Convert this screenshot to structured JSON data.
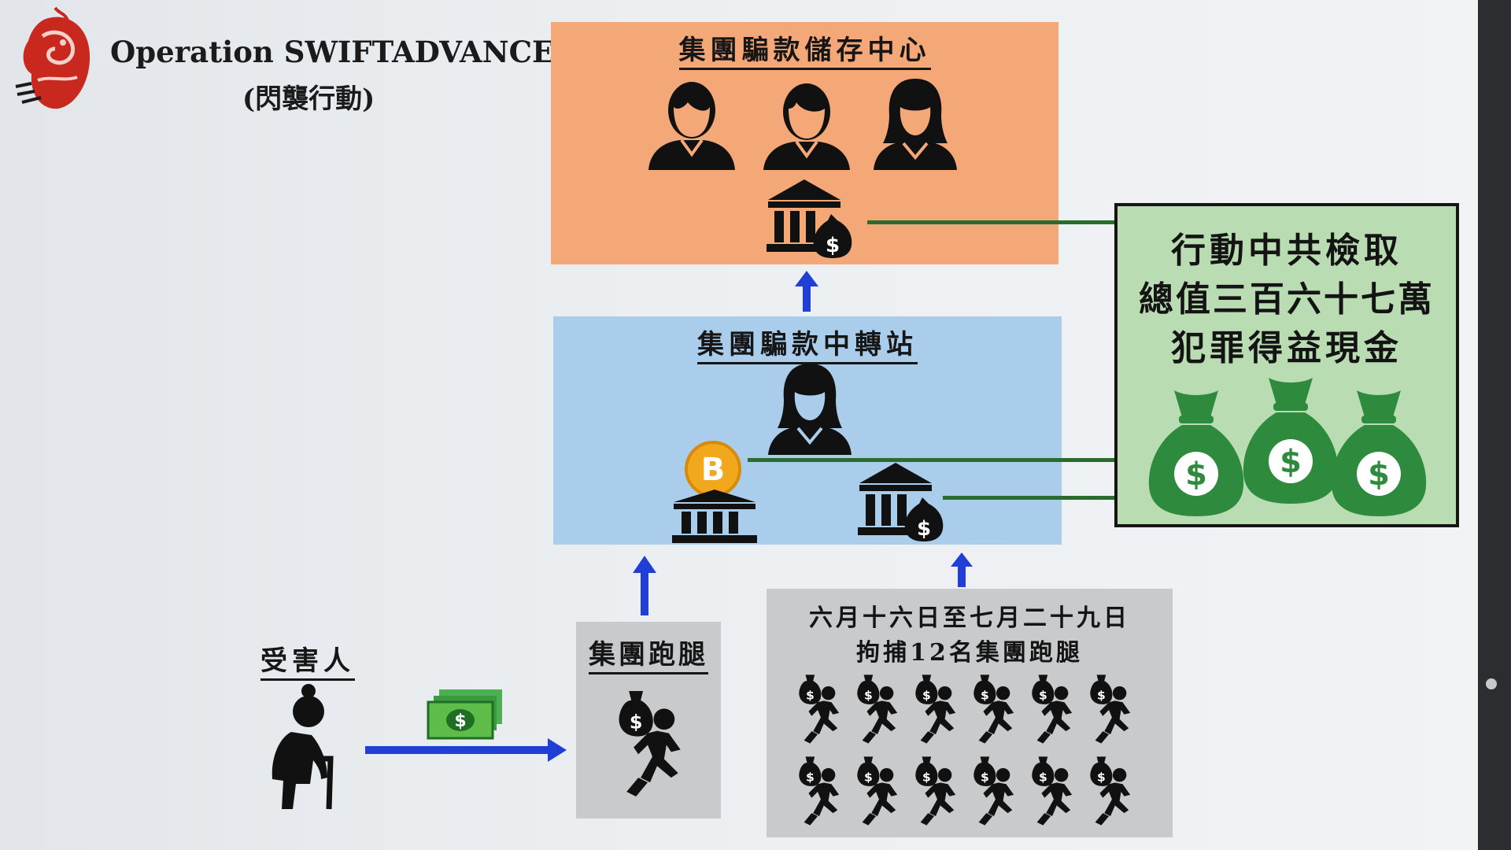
{
  "header": {
    "title": "Operation SWIFTADVANCE",
    "subtitle": "(閃襲行動)"
  },
  "colors": {
    "storage_box": "#f4a878",
    "transfer_box": "#a9cdea",
    "result_box": "#b9dcb2",
    "runner_box": "#c8cacc",
    "arrow": "#1f3fd6",
    "connector": "#2a6b2e",
    "money_bag": "#2e8b3e"
  },
  "storage_center": {
    "title": "集團騙款儲存中心",
    "icons": [
      "male-person-icon",
      "male-person-icon",
      "female-person-icon",
      "bank-money-bag-icon"
    ]
  },
  "transfer_station": {
    "title": "集團騙款中轉站",
    "icons": [
      "female-person-icon",
      "bitcoin-bank-icon",
      "bank-money-bag-icon"
    ]
  },
  "seizure": {
    "lines": [
      "行動中共檢取",
      "總值三百六十七萬",
      "犯罪得益現金"
    ],
    "icons": [
      "money-bag-icon",
      "money-bag-icon",
      "money-bag-icon"
    ]
  },
  "victim": {
    "label": "受害人",
    "icons": [
      "elderly-woman-icon",
      "cash-icon"
    ]
  },
  "runner": {
    "label": "集團跑腿",
    "icons": [
      "runner-with-bag-icon"
    ]
  },
  "arrests": {
    "line1": "六月十六日至七月二十九日",
    "line2": "拘捕12名集團跑腿",
    "runner_icon_count": 12
  }
}
